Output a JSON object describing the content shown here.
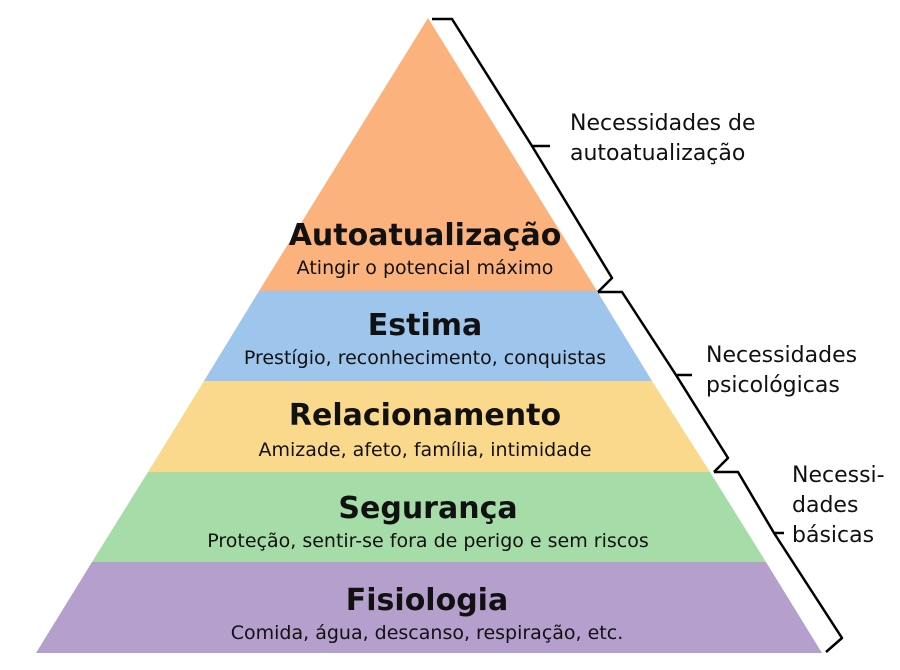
{
  "levels": [
    {
      "title": "Autoatualização",
      "description": "Atingir o potencial máximo",
      "color": "#fbb27c"
    },
    {
      "title": "Estima",
      "description": "Prestígio, reconhecimento, conquistas",
      "color": "#9ec5ec"
    },
    {
      "title": "Relacionamento",
      "description": "Amizade, afeto, família, intimidade",
      "color": "#fbd98c"
    },
    {
      "title": "Segurança",
      "description": "Proteção, sentir-se fora de perigo e sem riscos",
      "color": "#a6dca7"
    },
    {
      "title": "Fisiologia",
      "description": "Comida, água, descanso, respiração, etc.",
      "color": "#b49fcd"
    }
  ],
  "groups": [
    {
      "lines": [
        "Necessidades de",
        "autoatualização"
      ]
    },
    {
      "lines": [
        "Necessidades",
        "psicológicas"
      ]
    },
    {
      "lines": [
        "Necessi-",
        "dades",
        "básicas"
      ]
    }
  ]
}
